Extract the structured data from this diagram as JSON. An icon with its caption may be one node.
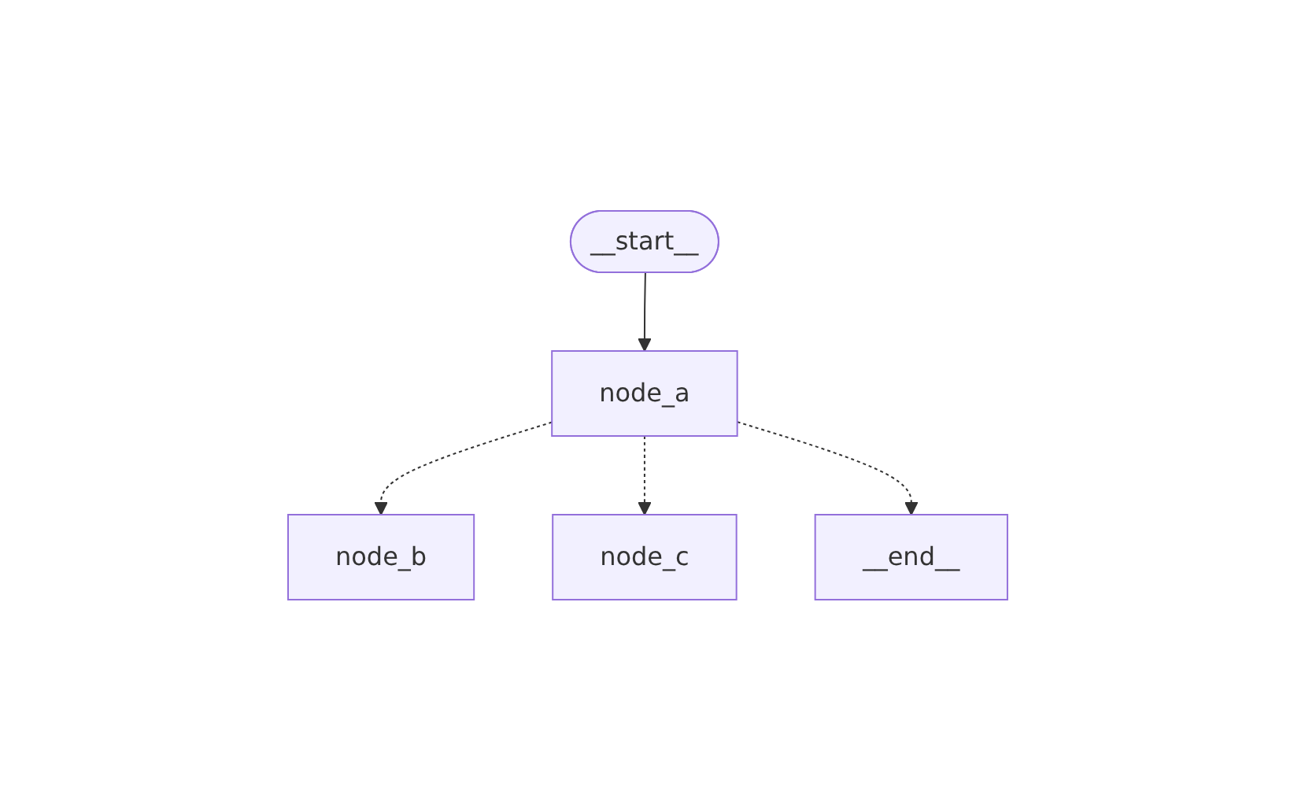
{
  "diagram": {
    "nodes": [
      {
        "text": [
          "__start__"
        ]
      },
      {
        "text": [
          "node_a"
        ]
      },
      {
        "text": [
          "node_b"
        ]
      },
      {
        "text": [
          "node_c"
        ]
      },
      {
        "text": [
          "__end__"
        ]
      }
    ],
    "edges": [
      {
        "from": 0,
        "to": 1,
        "arrow": "to"
      },
      {
        "from": 1,
        "to": 2,
        "arrow": "to",
        "style": "dashed"
      },
      {
        "from": 1,
        "to": 3,
        "arrow": "to",
        "style": "dashed"
      },
      {
        "from": 1,
        "to": 4,
        "arrow": "to",
        "style": "dashed"
      }
    ]
  }
}
